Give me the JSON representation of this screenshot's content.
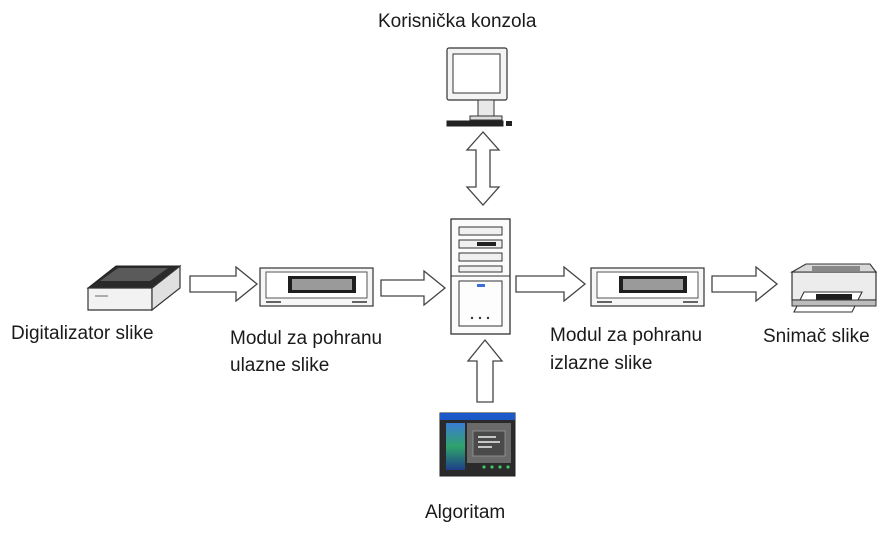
{
  "nodes": {
    "console": {
      "label": "Korisnička konzola"
    },
    "digitizer": {
      "label": "Digitalizator slike"
    },
    "input_storage": {
      "label_line1": "Modul za pohranu",
      "label_line2": "ulazne slike"
    },
    "output_storage": {
      "label_line1": "Modul za pohranu",
      "label_line2": "izlazne slike"
    },
    "recorder": {
      "label": "Snimač slike"
    },
    "algorithm": {
      "label": "Algoritam"
    }
  }
}
